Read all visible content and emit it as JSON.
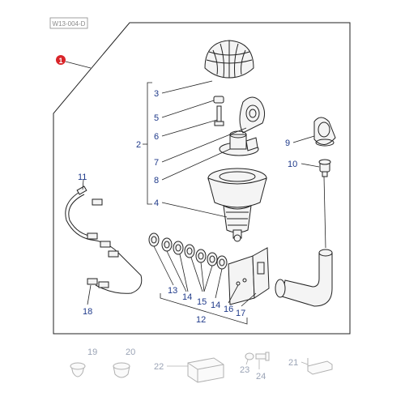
{
  "diagram": {
    "doc_code": "W13-004-D",
    "callout_main": "1",
    "colors": {
      "callout": "#d9252a",
      "label": "#1f3a8a",
      "label_dim": "#9aa3b5"
    },
    "labels": {
      "l2": "2",
      "l3": "3",
      "l4": "4",
      "l5": "5",
      "l6": "6",
      "l7": "7",
      "l8": "8",
      "l9": "9",
      "l10": "10",
      "l11": "11",
      "l12": "12",
      "l13": "13",
      "l14a": "14",
      "l14b": "14",
      "l15": "15",
      "l16": "16",
      "l17": "17",
      "l18": "18"
    },
    "dim_labels": {
      "l19": "19",
      "l20": "20",
      "l21": "21",
      "l22": "22",
      "l23": "23",
      "l24": "24"
    }
  }
}
